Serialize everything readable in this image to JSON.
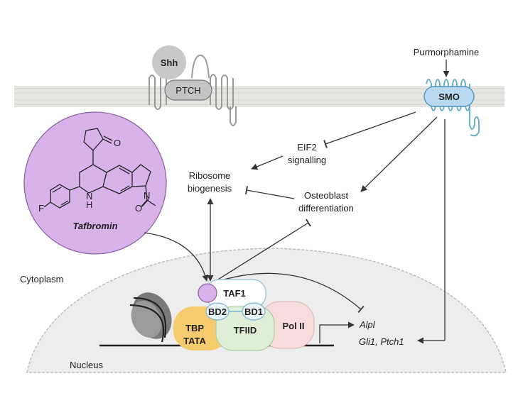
{
  "membrane": {
    "ligand_label": "Shh",
    "receptor_label": "PTCH",
    "agonist_label": "Purmorphamine",
    "smo_label": "SMO"
  },
  "compound": {
    "name": "Tafbromin",
    "atom_labels": {
      "oxygen_1": "O",
      "nh": "N",
      "h": "H",
      "n_ring": "N",
      "oxygen_2": "O",
      "fluorine": "F"
    }
  },
  "pathways": {
    "eif2_line1": "EIF2",
    "eif2_line2": "signalling",
    "ribosome_line1": "Ribosome",
    "ribosome_line2": "biogenesis",
    "osteoblast_line1": "Osteoblast",
    "osteoblast_line2": "differentiation"
  },
  "compartments": {
    "cytoplasm": "Cytoplasm",
    "nucleus": "Nucleus"
  },
  "complex": {
    "taf1": "TAF1",
    "bd2": "BD2",
    "bd1": "BD1",
    "tbp_line1": "TBP",
    "tbp_line2": "TATA",
    "tfiid": "TFIID",
    "pol2": "Pol II"
  },
  "genes": {
    "alpl": "Alpl",
    "gli_ptch": "Gli1, Ptch1"
  },
  "colors": {
    "membrane": "#e6e6e2",
    "nucleus": "#ededed",
    "compound_fill": "#d7b3ea",
    "smo_fill": "#b9d9f0",
    "tbp_fill": "#f5cb6d",
    "tfiid_fill": "#dfeed6",
    "pol2_fill": "#f7dcdc",
    "arrow": "#333333"
  }
}
